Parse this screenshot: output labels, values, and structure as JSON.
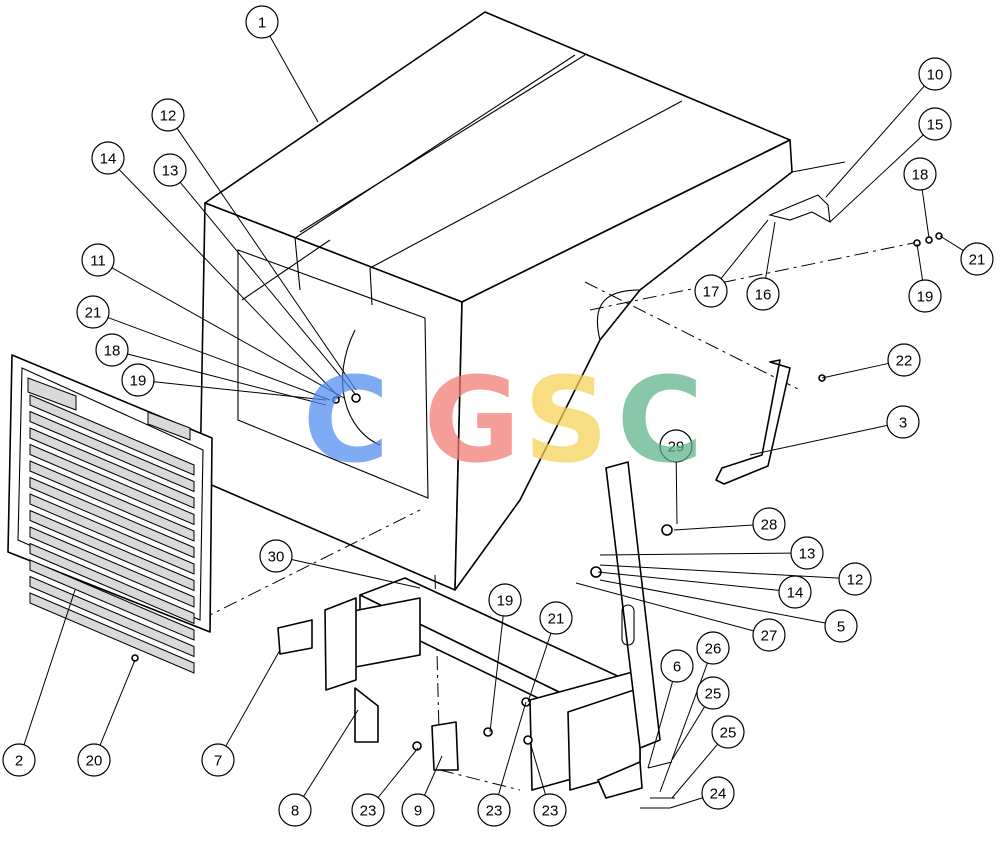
{
  "watermark": {
    "letters": [
      {
        "char": "C",
        "color": "#4f8bf0"
      },
      {
        "char": "G",
        "color": "#f07a70"
      },
      {
        "char": "S",
        "color": "#f7d154"
      },
      {
        "char": "C",
        "color": "#5bb489"
      }
    ]
  },
  "callouts": [
    {
      "label": "1"
    },
    {
      "label": "2"
    },
    {
      "label": "3"
    },
    {
      "label": "10"
    },
    {
      "label": "15"
    },
    {
      "label": "18"
    },
    {
      "label": "21"
    },
    {
      "label": "19"
    },
    {
      "label": "17"
    },
    {
      "label": "16"
    },
    {
      "label": "22"
    },
    {
      "label": "12"
    },
    {
      "label": "13"
    },
    {
      "label": "14"
    },
    {
      "label": "11"
    },
    {
      "label": "21"
    },
    {
      "label": "18"
    },
    {
      "label": "19"
    },
    {
      "label": "29"
    },
    {
      "label": "28"
    },
    {
      "label": "13"
    },
    {
      "label": "12"
    },
    {
      "label": "14"
    },
    {
      "label": "5"
    },
    {
      "label": "27"
    },
    {
      "label": "30"
    },
    {
      "label": "19"
    },
    {
      "label": "21"
    },
    {
      "label": "6"
    },
    {
      "label": "26"
    },
    {
      "label": "25"
    },
    {
      "label": "25"
    },
    {
      "label": "24"
    },
    {
      "label": "20"
    },
    {
      "label": "7"
    },
    {
      "label": "8"
    },
    {
      "label": "23"
    },
    {
      "label": "9"
    },
    {
      "label": "23"
    },
    {
      "label": "23"
    }
  ]
}
